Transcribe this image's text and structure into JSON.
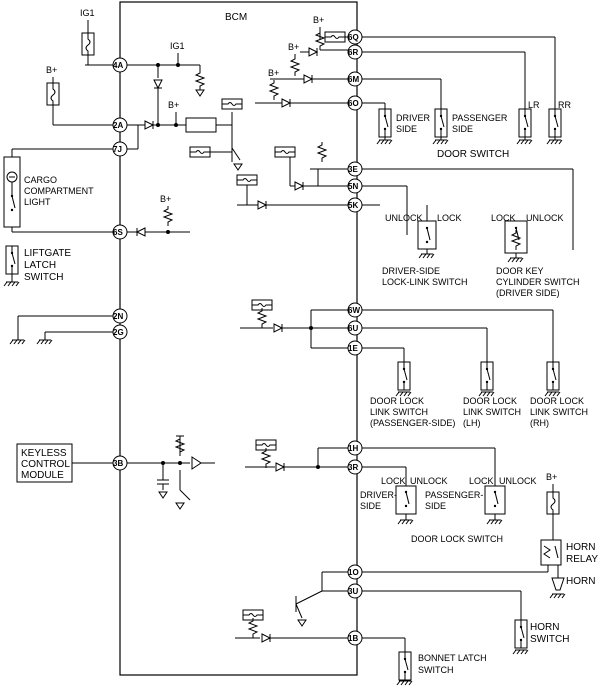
{
  "title": "BCM",
  "pins": {
    "p4A": "4A",
    "p2A": "2A",
    "p7J": "7J",
    "p6S": "6S",
    "p2N": "2N",
    "p2G": "2G",
    "p3B": "3B",
    "p6Q": "6Q",
    "p6R": "6R",
    "p6M": "6M",
    "p6O": "6O",
    "p3E": "3E",
    "p5N": "5N",
    "p5K": "5K",
    "p6W": "6W",
    "p6U": "6U",
    "p1E": "1E",
    "p1H": "1H",
    "p3R": "3R",
    "p1O": "1O",
    "p3U": "3U",
    "p1B": "1B"
  },
  "supplies": {
    "ig1": "IG1",
    "bplus": "B+"
  },
  "labels": {
    "cargo_light": [
      "CARGO",
      "COMPARTMENT",
      "LIGHT"
    ],
    "liftgate": [
      "LIFTGATE",
      "LATCH",
      "SWITCH"
    ],
    "keyless": [
      "KEYLESS",
      "CONTROL",
      "MODULE"
    ],
    "driver_side": [
      "DRIVER",
      "SIDE"
    ],
    "passenger_side": [
      "PASSENGER",
      "SIDE"
    ],
    "lr": "LR",
    "rr": "RR",
    "door_switch": "DOOR SWITCH",
    "unlock": "UNLOCK",
    "lock": "LOCK",
    "lock_link_caption": [
      "DRIVER-SIDE",
      "LOCK-LINK SWITCH"
    ],
    "key_cyl_caption": [
      "DOOR KEY",
      "CYLINDER SWITCH",
      "(DRIVER SIDE)"
    ],
    "dl_link_pass": [
      "DOOR LOCK",
      "LINK SWITCH",
      "(PASSENGER-SIDE)"
    ],
    "dl_link_lh": [
      "DOOR LOCK",
      "LINK SWITCH",
      "(LH)"
    ],
    "dl_link_rh": [
      "DOOR LOCK",
      "LINK SWITCH",
      "(RH)"
    ],
    "driver_side_hyph": [
      "DRIVER-",
      "SIDE"
    ],
    "passenger_side_hyph": [
      "PASSENGER-",
      "SIDE"
    ],
    "door_lock_switch": "DOOR LOCK SWITCH",
    "horn_relay": [
      "HORN",
      "RELAY"
    ],
    "horn": "HORN",
    "horn_switch": [
      "HORN",
      "SWITCH"
    ],
    "bonnet": [
      "BONNET LATCH",
      "SWITCH"
    ]
  }
}
